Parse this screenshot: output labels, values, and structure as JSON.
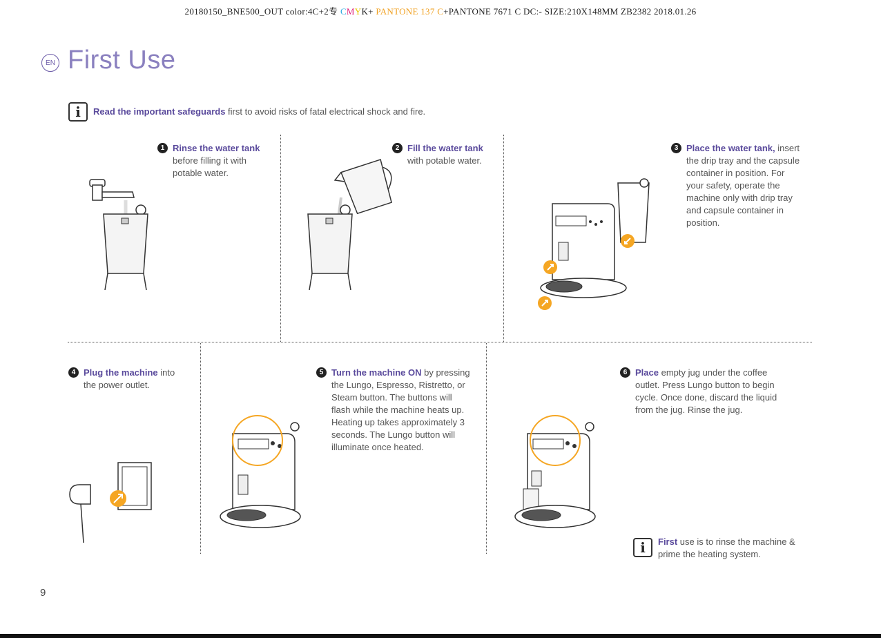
{
  "print_header": {
    "prefix": "20180150_BNE500_OUT color:4C+2专 ",
    "c": "C",
    "m": "M",
    "y": "Y",
    "k": "K+ ",
    "pantone1": "PANTONE 137 C",
    "rest": "+PANTONE 7671 C  DC:-  SIZE:210X148MM  ZB2382  2018.01.26"
  },
  "lang": "EN",
  "title": "First Use",
  "safety": {
    "highlight": "Read the important safeguards",
    "rest": " first to avoid risks of fatal electrical shock and fire."
  },
  "steps": [
    {
      "num": "1",
      "title": "Rinse the water tank",
      "text": "before filling it with potable water."
    },
    {
      "num": "2",
      "title": "Fill the water tank",
      "text": "with potable water."
    },
    {
      "num": "3",
      "title": "Place the water tank,",
      "text": " insert the drip tray and the capsule container in position. For your safety, operate the machine only with drip tray and capsule container in position."
    },
    {
      "num": "4",
      "title": "Plug the machine",
      "text": " into the power outlet."
    },
    {
      "num": "5",
      "title": "Turn the machine ON",
      "text": " by pressing the Lungo, Espresso, Ristretto, or Steam button. The buttons will flash while the machine heats up. Heating up takes approximately 3 seconds. The Lungo button will illuminate once heated."
    },
    {
      "num": "6",
      "title": "Place",
      "text": " empty jug under the coffee outlet. Press Lungo button to begin cycle. Once done, discard the liquid from the jug. Rinse the jug."
    }
  ],
  "note": {
    "highlight": "First",
    "rest": " use is to rinse the machine & prime the heating system."
  },
  "info_icon": "i",
  "page_number": "9",
  "icons": [
    "info-icon",
    "tap-icon",
    "water-tank-icon",
    "jug-icon",
    "coffee-machine-icon",
    "plug-icon",
    "arrow-icon"
  ],
  "colors": {
    "accent": "#5a4a9c",
    "title": "#8a80bf",
    "arrow": "#f5a623"
  }
}
